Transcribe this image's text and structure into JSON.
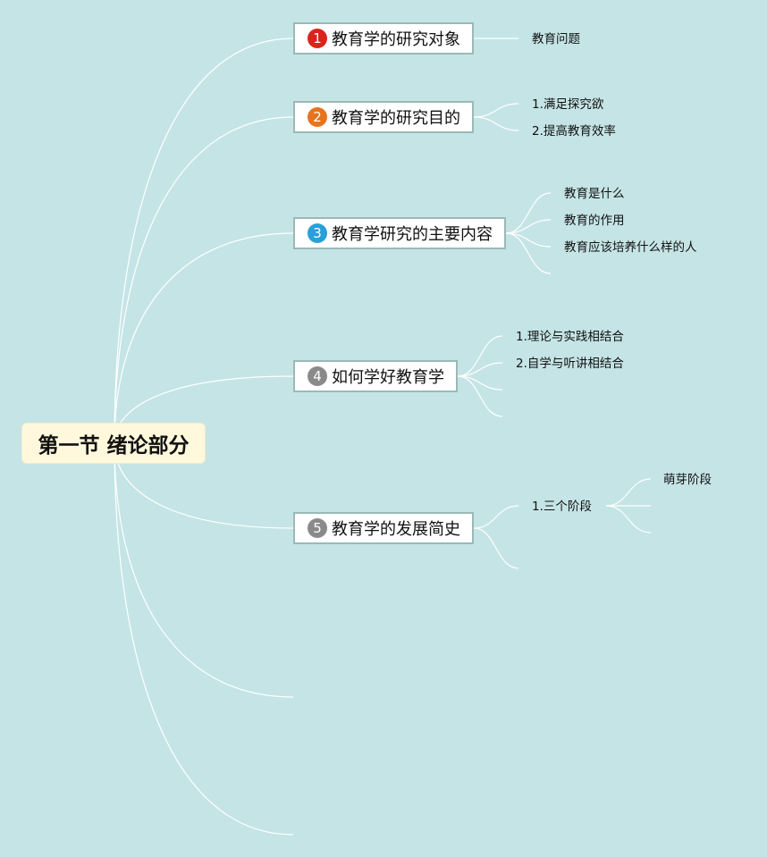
{
  "root": {
    "label": "第一节 绪论部分"
  },
  "colors": {
    "background": "#c5e4e6",
    "line": "#ffffff"
  },
  "topics": [
    {
      "number": "1",
      "label": "教育学的研究对象",
      "badge_color": "#d9241b",
      "children": [
        "教育问题"
      ]
    },
    {
      "number": "2",
      "label": "教育学的研究目的",
      "badge_color": "#e8731d",
      "children": [
        "1.满足探究欲",
        "2.提高教育效率"
      ]
    },
    {
      "number": "3",
      "label": "教育学研究的主要内容",
      "badge_color": "#2a9fd8",
      "children": [
        "教育是什么",
        "教育的作用",
        "教育应该培养什么样的人",
        ""
      ]
    },
    {
      "number": "4",
      "label": "如何学好教育学",
      "badge_color": "#8a8a8a",
      "children": [
        "1.理论与实践相结合",
        "2.自学与听讲相结合",
        "",
        ""
      ]
    },
    {
      "number": "5",
      "label": "教育学的发展简史",
      "badge_color": "#8a8a8a",
      "children": [
        "1.三个阶段",
        ""
      ],
      "grandchildren": [
        "萌芽阶段",
        "",
        ""
      ]
    }
  ]
}
